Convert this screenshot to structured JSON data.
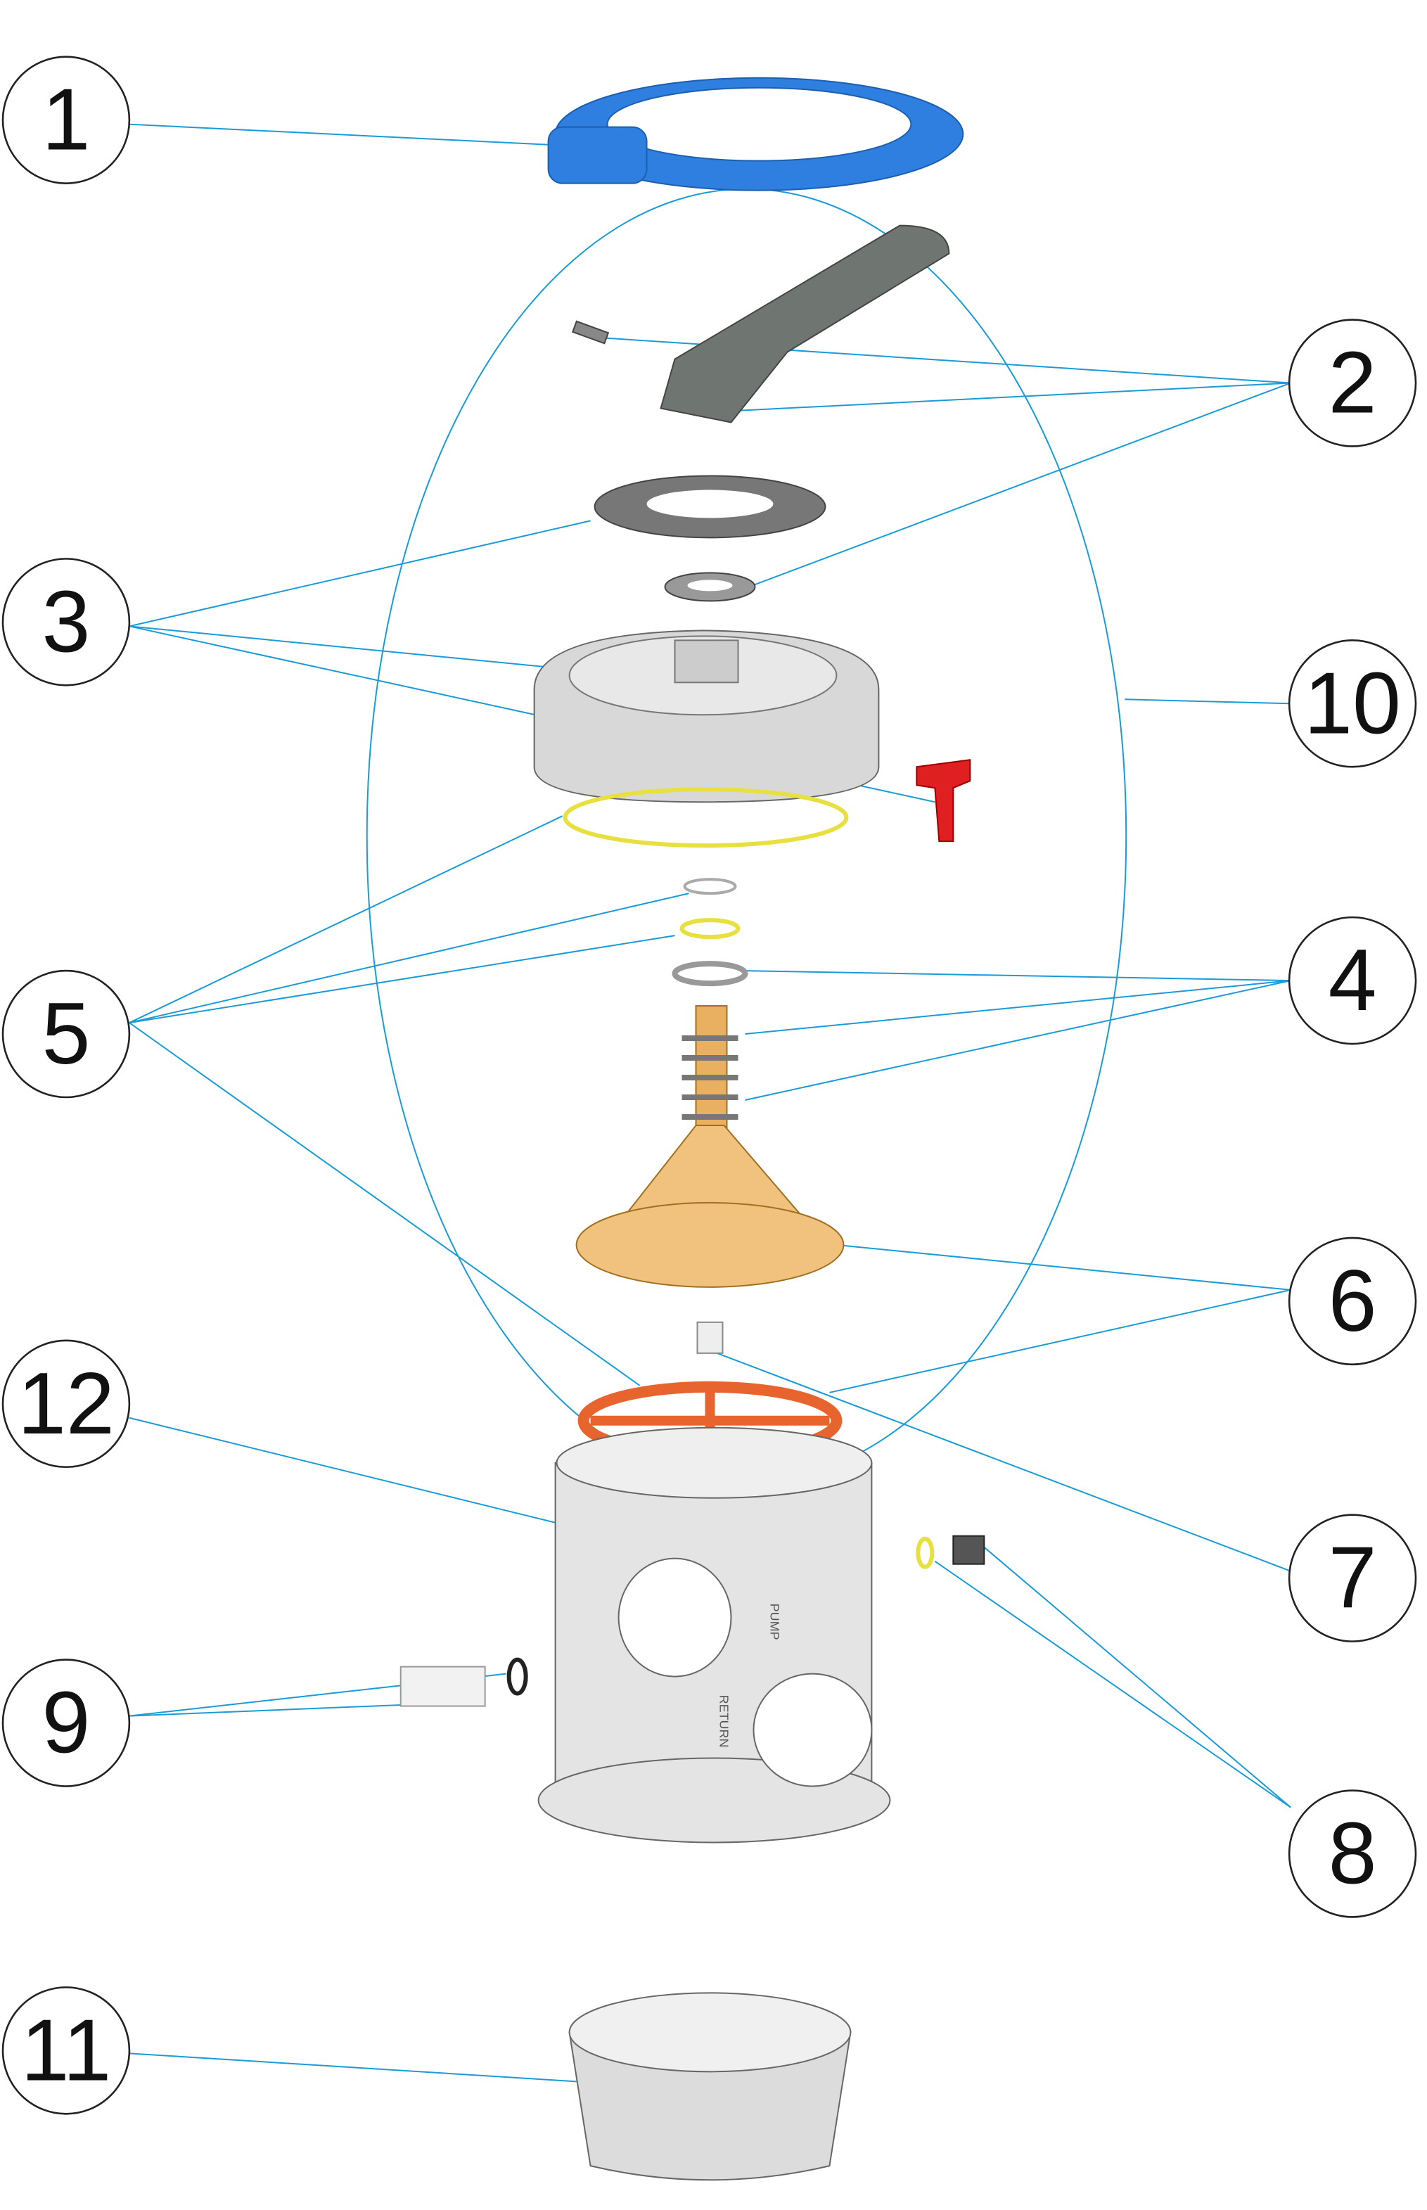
{
  "diagram": {
    "type": "exploded-parts-diagram",
    "callouts": [
      "1",
      "2",
      "3",
      "4",
      "5",
      "6",
      "7",
      "8",
      "9",
      "10",
      "11",
      "12"
    ],
    "body_markings": {
      "pump": "PUMP",
      "return": "RETURN"
    },
    "colors": {
      "leader": "#1a9bd7",
      "ring": "#2f7fe0",
      "handle": "#6f7570",
      "red_part": "#e02020",
      "yellow_oring": "#e8e040",
      "cone": "#f1c27d",
      "spider_gasket": "#e8642e",
      "grey_parts": "#d8d8d8"
    }
  }
}
